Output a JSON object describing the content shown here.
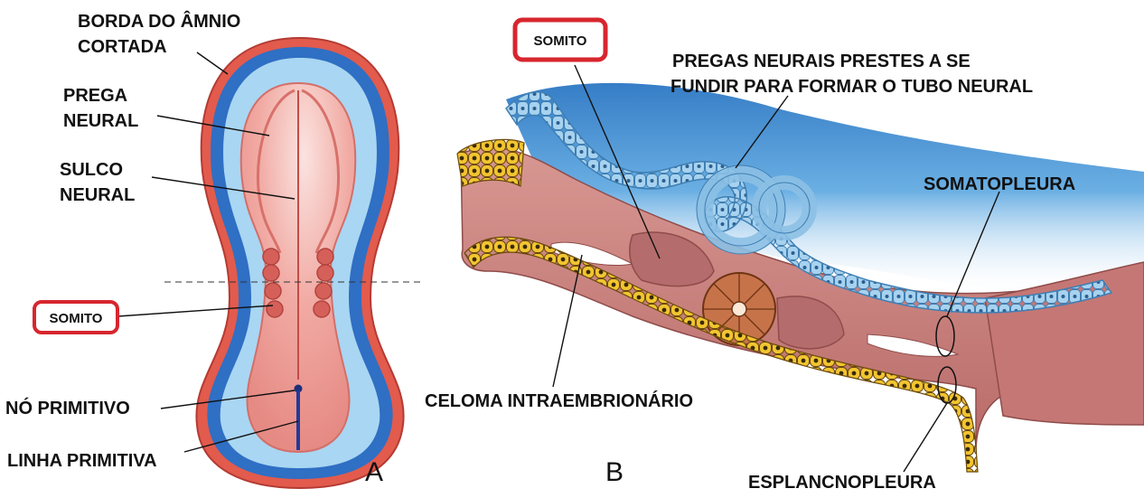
{
  "panel_a": {
    "tag": "A",
    "labels": {
      "amnion_edge_1": "BORDA DO ÂMNIO",
      "amnion_edge_2": "CORTADA",
      "neural_fold_1": "PREGA",
      "neural_fold_2": "NEURAL",
      "neural_groove_1": "SULCO",
      "neural_groove_2": "NEURAL",
      "somite": "SOMITO",
      "primitive_node": "NÓ PRIMITIVO",
      "primitive_streak": "LINHA PRIMITIVA"
    }
  },
  "panel_b": {
    "tag": "B",
    "labels": {
      "somite": "SOMITO",
      "neural_folds_1": "PREGAS NEURAIS PRESTES A SE",
      "neural_folds_2": "FUNDIR PARA FORMAR O TUBO NEURAL",
      "somatopleure": "SOMATOPLEURA",
      "coelom": "CELOMA INTRAEMBRIONÁRIO",
      "splanchnopleure": "ESPLANCNOPLEURA"
    }
  },
  "colors": {
    "amnion_outer": "#e05a4e",
    "amnion_blue": "#2f6fc4",
    "amnion_light": "#a9d6f2",
    "embryo_pink": "#f0a9a3",
    "tissue_pink": "#c98582",
    "ectoderm_blue": "#8cc0e4",
    "endoderm_yellow": "#e8b824",
    "somite_box": "#d7262e"
  }
}
